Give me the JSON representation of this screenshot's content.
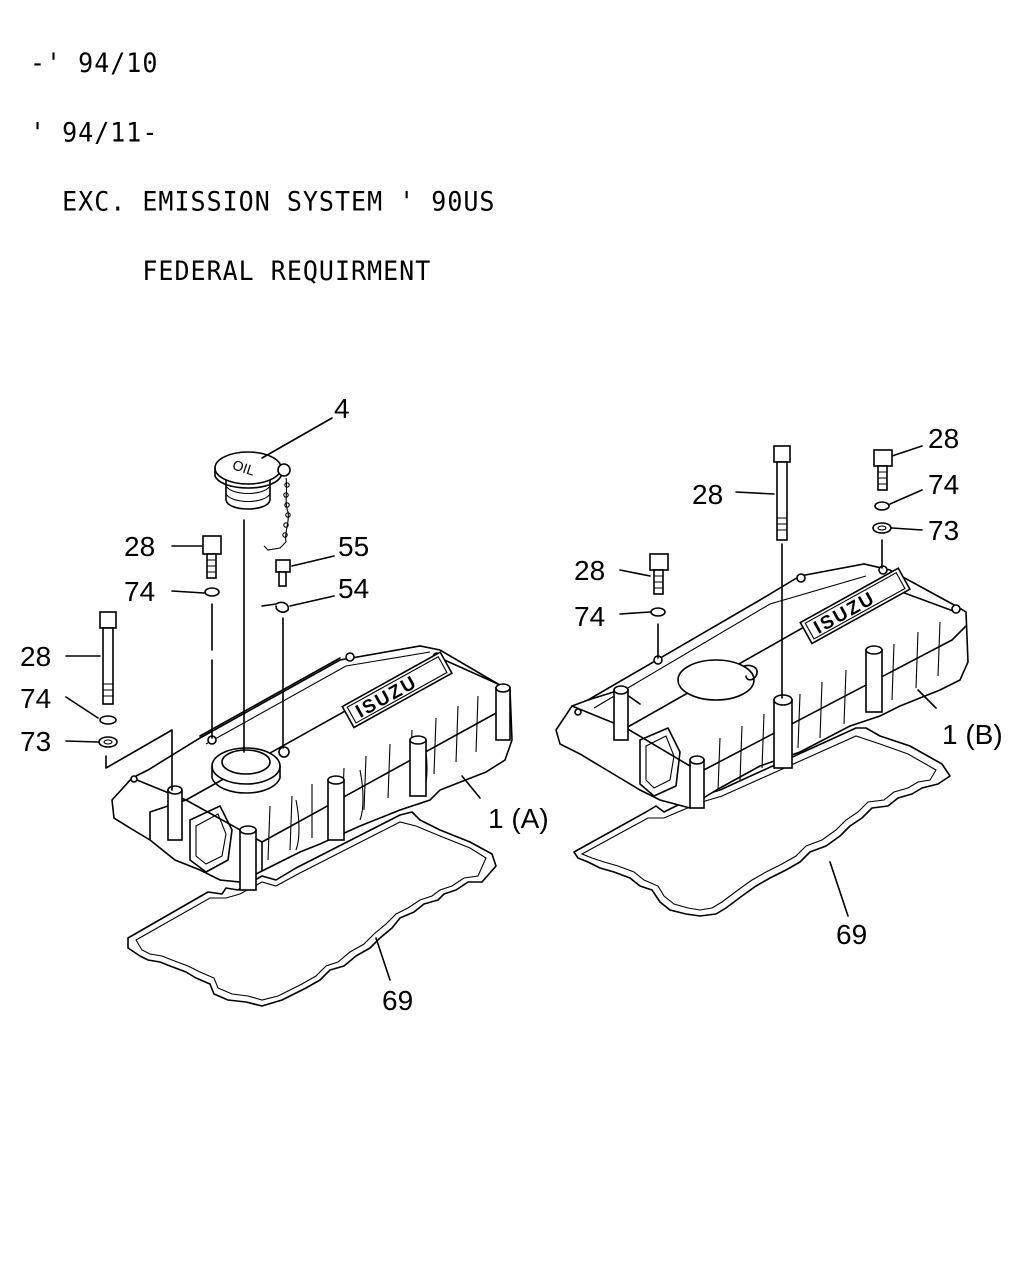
{
  "header": {
    "line1": "-' 94/10",
    "line2": "' 94/11-",
    "line3": "  EXC. EMISSION SYSTEM ' 90US",
    "line4": "       FEDERAL REQUIRMENT"
  },
  "markings": {
    "brand": "ISUZU",
    "cap_text": "OIL"
  },
  "callouts_left": {
    "cap": "4",
    "bolt_short_top": "28",
    "washer_top": "74",
    "bolt_small": "55",
    "clip": "54",
    "bolt_long": "28",
    "spring_washer": "74",
    "flat_washer": "73",
    "cover": "1 (A)",
    "gasket": "69"
  },
  "callouts_right": {
    "bolt_long": "28",
    "bolt_short_right": "28",
    "spring_washer_right": "74",
    "flat_washer_right": "73",
    "bolt_short_left": "28",
    "spring_washer_left": "74",
    "cover": "1 (B)",
    "gasket": "69"
  },
  "colors": {
    "line": "#000000",
    "background": "#ffffff"
  }
}
